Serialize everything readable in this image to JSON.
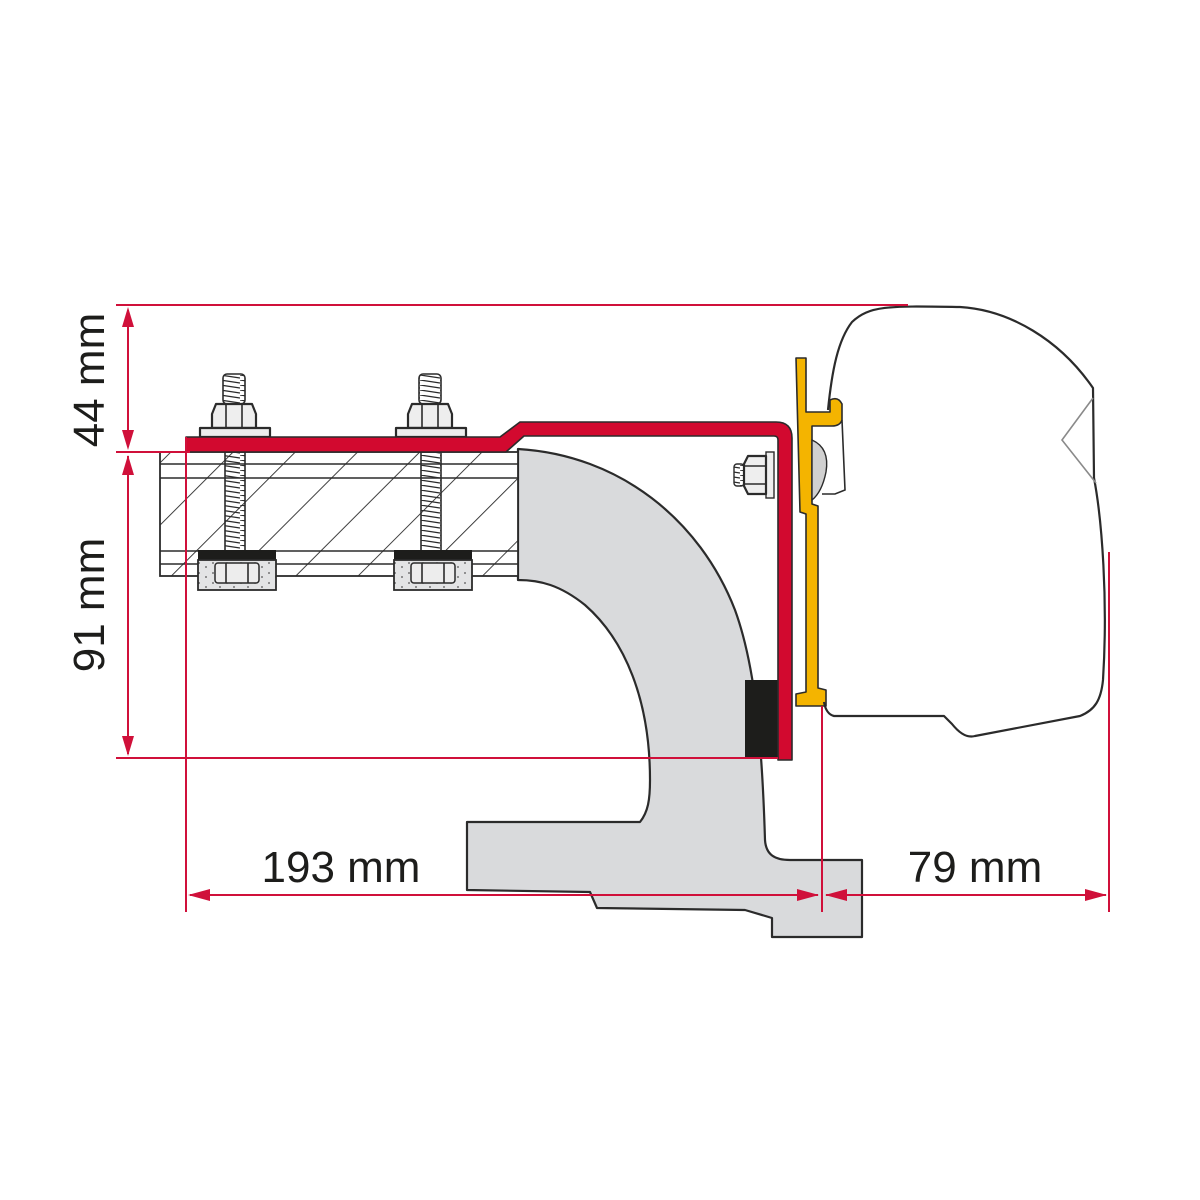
{
  "diagram": {
    "type": "technical-cross-section",
    "subject": "awning mounting adapter bracket",
    "dimensions": {
      "top_height": "44 mm",
      "side_height": "91 mm",
      "bottom_width": "193 mm",
      "awning_depth": "79 mm"
    },
    "colors": {
      "bracket": "#d2092f",
      "rail": "#f4b400",
      "dimension": "#d0103a",
      "body": "#d9dadc",
      "hatch_panel": "#ffffff",
      "gasket": "#1d1d1b",
      "outline": "#2b2b2b"
    },
    "parts": [
      {
        "name": "roof-panel-hatched"
      },
      {
        "name": "mounting-bracket-red"
      },
      {
        "name": "awning-rail-yellow"
      },
      {
        "name": "awning-housing"
      },
      {
        "name": "vehicle-body-profile-grey"
      },
      {
        "name": "bolt-left"
      },
      {
        "name": "bolt-right"
      },
      {
        "name": "side-bolt"
      },
      {
        "name": "gasket-black"
      }
    ]
  }
}
